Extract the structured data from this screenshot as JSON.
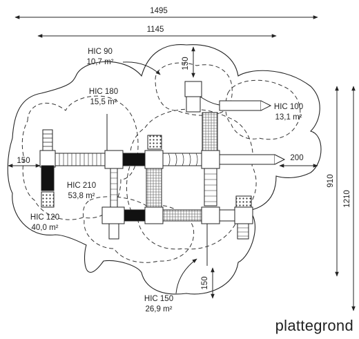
{
  "dimensions": {
    "overall_width": "1495",
    "inner_width": "1145",
    "top_clearance": "150",
    "left_clearance": "150",
    "right_clearance": "200",
    "bottom_clearance": "150",
    "inner_height": "910",
    "overall_height": "1210"
  },
  "zones": [
    {
      "id": "hic90",
      "name": "HIC 90",
      "area": "10,7 m²"
    },
    {
      "id": "hic180",
      "name": "HIC 180",
      "area": "15,5 m²"
    },
    {
      "id": "hic100",
      "name": "HIC 100",
      "area": "13,1 m²"
    },
    {
      "id": "hic210",
      "name": "HIC 210",
      "area": "53,8 m²"
    },
    {
      "id": "hic120",
      "name": "HIC 120",
      "area": "40,0 m²"
    },
    {
      "id": "hic150",
      "name": "HIC 150",
      "area": "26,9 m²"
    }
  ],
  "caption": "plattegrond"
}
